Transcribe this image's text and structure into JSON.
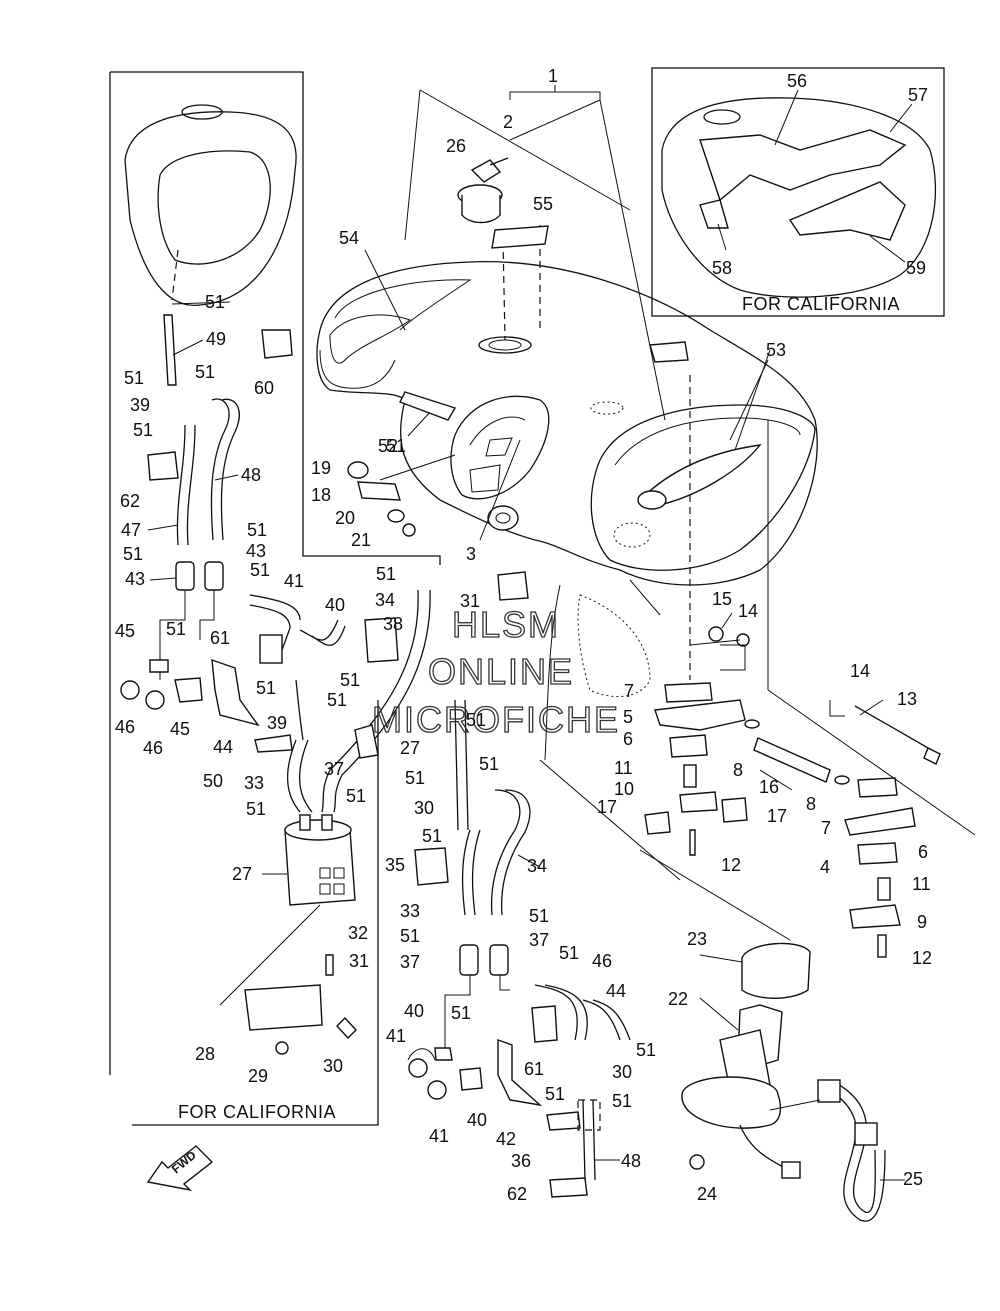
{
  "diagram": {
    "notes": {
      "california_top": "FOR CALIFORNIA",
      "california_left": "FOR CALIFORNIA",
      "fwd": "FWD"
    },
    "watermark": [
      "HLSM",
      "ONLINE",
      "MICROFICHE"
    ],
    "callouts": [
      {
        "id": "c1",
        "text": "1"
      },
      {
        "id": "c2",
        "text": "2"
      },
      {
        "id": "c3",
        "text": "3"
      },
      {
        "id": "c4",
        "text": "4"
      },
      {
        "id": "c5",
        "text": "5"
      },
      {
        "id": "c6a",
        "text": "6"
      },
      {
        "id": "c6b",
        "text": "6"
      },
      {
        "id": "c7a",
        "text": "7"
      },
      {
        "id": "c7b",
        "text": "7"
      },
      {
        "id": "c8a",
        "text": "8"
      },
      {
        "id": "c8b",
        "text": "8"
      },
      {
        "id": "c9",
        "text": "9"
      },
      {
        "id": "c10",
        "text": "10"
      },
      {
        "id": "c11a",
        "text": "11"
      },
      {
        "id": "c11b",
        "text": "11"
      },
      {
        "id": "c12a",
        "text": "12"
      },
      {
        "id": "c12b",
        "text": "12"
      },
      {
        "id": "c13",
        "text": "13"
      },
      {
        "id": "c14a",
        "text": "14"
      },
      {
        "id": "c14b",
        "text": "14"
      },
      {
        "id": "c15",
        "text": "15"
      },
      {
        "id": "c16",
        "text": "16"
      },
      {
        "id": "c17a",
        "text": "17"
      },
      {
        "id": "c17b",
        "text": "17"
      },
      {
        "id": "c18",
        "text": "18"
      },
      {
        "id": "c19",
        "text": "19"
      },
      {
        "id": "c20",
        "text": "20"
      },
      {
        "id": "c21",
        "text": "21"
      },
      {
        "id": "c22",
        "text": "22"
      },
      {
        "id": "c23",
        "text": "23"
      },
      {
        "id": "c24",
        "text": "24"
      },
      {
        "id": "c25",
        "text": "25"
      },
      {
        "id": "c26",
        "text": "26"
      },
      {
        "id": "c27a",
        "text": "27"
      },
      {
        "id": "c27b",
        "text": "27"
      },
      {
        "id": "c28",
        "text": "28"
      },
      {
        "id": "c29",
        "text": "29"
      },
      {
        "id": "c30a",
        "text": "30"
      },
      {
        "id": "c30b",
        "text": "30"
      },
      {
        "id": "c30c",
        "text": "30"
      },
      {
        "id": "c31a",
        "text": "31"
      },
      {
        "id": "c31b",
        "text": "31"
      },
      {
        "id": "c32",
        "text": "32"
      },
      {
        "id": "c33a",
        "text": "33"
      },
      {
        "id": "c33b",
        "text": "33"
      },
      {
        "id": "c34a",
        "text": "34"
      },
      {
        "id": "c34b",
        "text": "34"
      },
      {
        "id": "c35",
        "text": "35"
      },
      {
        "id": "c36",
        "text": "36"
      },
      {
        "id": "c37a",
        "text": "37"
      },
      {
        "id": "c37b",
        "text": "37"
      },
      {
        "id": "c37c",
        "text": "37"
      },
      {
        "id": "c38",
        "text": "38"
      },
      {
        "id": "c39a",
        "text": "39"
      },
      {
        "id": "c39b",
        "text": "39"
      },
      {
        "id": "c40a",
        "text": "40"
      },
      {
        "id": "c40b",
        "text": "40"
      },
      {
        "id": "c40c",
        "text": "40"
      },
      {
        "id": "c41a",
        "text": "41"
      },
      {
        "id": "c41b",
        "text": "41"
      },
      {
        "id": "c41c",
        "text": "41"
      },
      {
        "id": "c42",
        "text": "42"
      },
      {
        "id": "c43a",
        "text": "43"
      },
      {
        "id": "c43b",
        "text": "43"
      },
      {
        "id": "c44a",
        "text": "44"
      },
      {
        "id": "c44b",
        "text": "44"
      },
      {
        "id": "c45a",
        "text": "45"
      },
      {
        "id": "c45b",
        "text": "45"
      },
      {
        "id": "c46a",
        "text": "46"
      },
      {
        "id": "c46b",
        "text": "46"
      },
      {
        "id": "c46c",
        "text": "46"
      },
      {
        "id": "c47",
        "text": "47"
      },
      {
        "id": "c48a",
        "text": "48"
      },
      {
        "id": "c48b",
        "text": "48"
      },
      {
        "id": "c49",
        "text": "49"
      },
      {
        "id": "c50",
        "text": "50"
      },
      {
        "id": "c51a",
        "text": "51"
      },
      {
        "id": "c51b",
        "text": "51"
      },
      {
        "id": "c51c",
        "text": "51"
      },
      {
        "id": "c51d",
        "text": "51"
      },
      {
        "id": "c51e",
        "text": "51"
      },
      {
        "id": "c51f",
        "text": "51"
      },
      {
        "id": "c51g",
        "text": "51"
      },
      {
        "id": "c51h",
        "text": "51"
      },
      {
        "id": "c51i",
        "text": "51"
      },
      {
        "id": "c51j",
        "text": "51"
      },
      {
        "id": "c51k",
        "text": "51"
      },
      {
        "id": "c51l",
        "text": "51"
      },
      {
        "id": "c51m",
        "text": "51"
      },
      {
        "id": "c51n",
        "text": "51"
      },
      {
        "id": "c51o",
        "text": "51"
      },
      {
        "id": "c51p",
        "text": "51"
      },
      {
        "id": "c51q",
        "text": "51"
      },
      {
        "id": "c51r",
        "text": "51"
      },
      {
        "id": "c51s",
        "text": "51"
      },
      {
        "id": "c51t",
        "text": "51"
      },
      {
        "id": "c51u",
        "text": "51"
      },
      {
        "id": "c51v",
        "text": "51"
      },
      {
        "id": "c51w",
        "text": "51"
      },
      {
        "id": "c51x",
        "text": "51"
      },
      {
        "id": "c51y",
        "text": "51"
      },
      {
        "id": "c51z",
        "text": "51"
      },
      {
        "id": "c52",
        "text": "52"
      },
      {
        "id": "c53",
        "text": "53"
      },
      {
        "id": "c54",
        "text": "54"
      },
      {
        "id": "c55",
        "text": "55"
      },
      {
        "id": "c56",
        "text": "56"
      },
      {
        "id": "c57",
        "text": "57"
      },
      {
        "id": "c58",
        "text": "58"
      },
      {
        "id": "c59",
        "text": "59"
      },
      {
        "id": "c60",
        "text": "60"
      },
      {
        "id": "c61a",
        "text": "61"
      },
      {
        "id": "c61b",
        "text": "61"
      },
      {
        "id": "c62a",
        "text": "62"
      },
      {
        "id": "c62b",
        "text": "62"
      }
    ]
  }
}
